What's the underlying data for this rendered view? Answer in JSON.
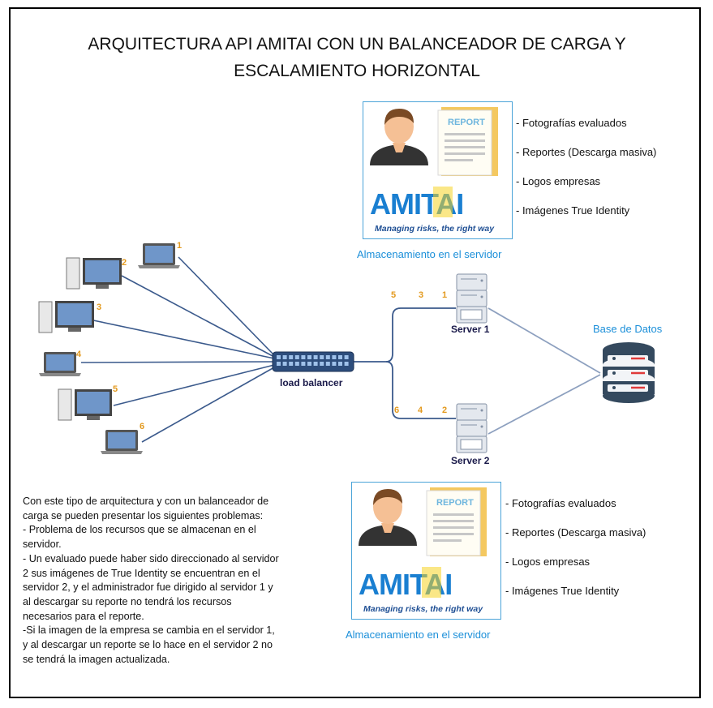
{
  "title": {
    "line1": "ARQUITECTURA API AMITAI CON UN BALANCEADOR DE CARGA Y",
    "line2": "ESCALAMIENTO HORIZONTAL"
  },
  "clients": [
    "1",
    "2",
    "3",
    "4",
    "5",
    "6"
  ],
  "load_balancer": {
    "label": "load balancer"
  },
  "servers": [
    {
      "label": "Server 1",
      "clients": [
        "5",
        "3",
        "1"
      ]
    },
    {
      "label": "Server 2",
      "clients": [
        "6",
        "4",
        "2"
      ]
    }
  ],
  "database": {
    "label": "Base de Datos"
  },
  "storage_top": {
    "report_label": "REPORT",
    "brand": "AMITAI",
    "slogan": "Managing risks, the right way",
    "caption": "Almacenamiento en el servidor",
    "items": [
      "- Fotografías evaluados",
      "- Reportes (Descarga masiva)",
      "- Logos empresas",
      "- Imágenes True Identity"
    ]
  },
  "storage_bottom": {
    "report_label": "REPORT",
    "brand": "AMITAI",
    "slogan": "Managing risks, the right way",
    "caption": "Almacenamiento en el servidor",
    "items": [
      "- Fotografías evaluados",
      "- Reportes (Descarga masiva)",
      "- Logos empresas",
      "- Imágenes True Identity"
    ]
  },
  "notes": [
    "Con este tipo de arquitectura y con un balanceador de carga se pueden presentar los siguientes problemas:",
    "- Problema de los recursos que se almacenan en el servidor.",
    "- Un evaluado puede haber sido direccionado al servidor 2 sus imágenes de True Identity se encuentran en el servidor 2, y el administrador fue dirigido al servidor 1 y al descargar su reporte no tendrá los recursos necesarios para el reporte.",
    "-Si la imagen de la empresa se cambia en el servidor 1, y al descargar un reporte se lo hace en el servidor 2 no se tendrá la imagen actualizada."
  ]
}
